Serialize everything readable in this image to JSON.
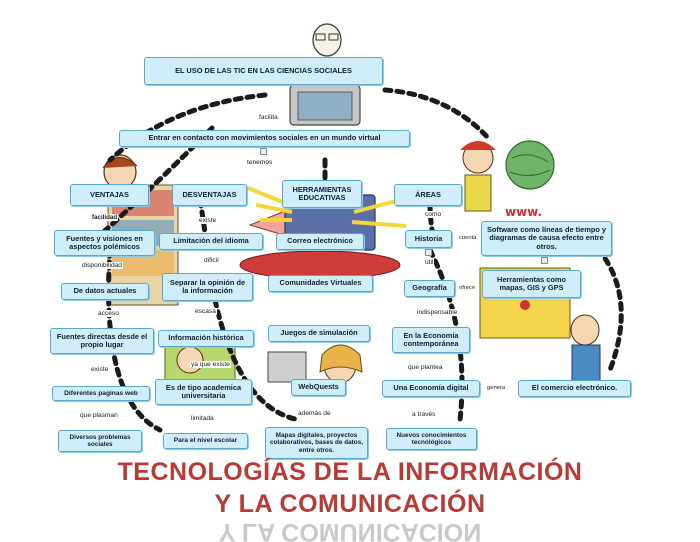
{
  "nodes": {
    "title": "EL USO DE LAS TIC EN LAS CIENCIAS SOCIALES",
    "contacto": "Entrar en contacto con movimientos sociales en un mundo virtual",
    "ventajas": "VENTAJAS",
    "desventajas": "DESVENTAJAS",
    "herramientas": "HERRAMIENTAS EDUCATIVAS",
    "areas": "ÁREAS",
    "fuentes_visiones": "Fuentes y visiones en aspectos polémicos",
    "limitacion": "Limitación del idioma",
    "correo": "Correo electrónico",
    "historia": "Historia",
    "software": "Software como líneas de tiempo y diagramas de causa efecto entre otros.",
    "datos_actuales": "De datos actuales",
    "separar": "Separar la opinión de la información",
    "comunidades": "Comunidades Virtuales",
    "geografia": "Geografía",
    "herr_mapas": "Herramientas como mapas, GIS y GPS",
    "fuentes_directas": "Fuentes directas desde el propio lugar",
    "info_historica": "Información histórica",
    "juegos": "Juegos de simulación",
    "economia_cont": "En la Economía contemporánea",
    "diferentes_paginas": "Diferentes paginas web",
    "academica": "Es de tipo academica universitaria",
    "webquests": "WebQuests",
    "economia_digital": "Una Economía digital",
    "comercio": "El comercio electrónico.",
    "diversos": "Diversos problemas sociales",
    "nivel_escolar": "Para el nivel escolar",
    "mapas_digitales": "Mapas digitales, proyectos colaborativos, bases de datos, entre otros.",
    "nuevos": "Nuevos conocimientos tecnológicos"
  },
  "labels": {
    "facilita": "facilita",
    "tenemos": "tenemos",
    "facilidad": "facilidad",
    "existe": "existe",
    "como": "como",
    "cuenta": "cuenta",
    "disponibilidad": "disponibilidad",
    "dificil": "dificil",
    "util": "útil",
    "ofrece": "ofrece",
    "acceso": "acceso",
    "escasa": "escasa",
    "indispensable": "indispensable",
    "existe2": "existe",
    "ya_que_existe": "ya que existe",
    "que_plantea": "que plantea",
    "genera": "genera",
    "que_plasman": "que plasman",
    "limitada": "limitada",
    "ademas_de": "además de",
    "a_traves": "a través"
  },
  "banner": {
    "line1": "TECNOLOGÍAS DE LA INFORMACIÓN",
    "line2": "Y LA COMUNICACIÓN",
    "reflection": "Y LA COMUNICACIÓN"
  },
  "colors": {
    "node_fill": "#cfeefa",
    "node_border": "#55a9cf",
    "banner": "#b73a36",
    "dots": "#1b1b1b"
  }
}
